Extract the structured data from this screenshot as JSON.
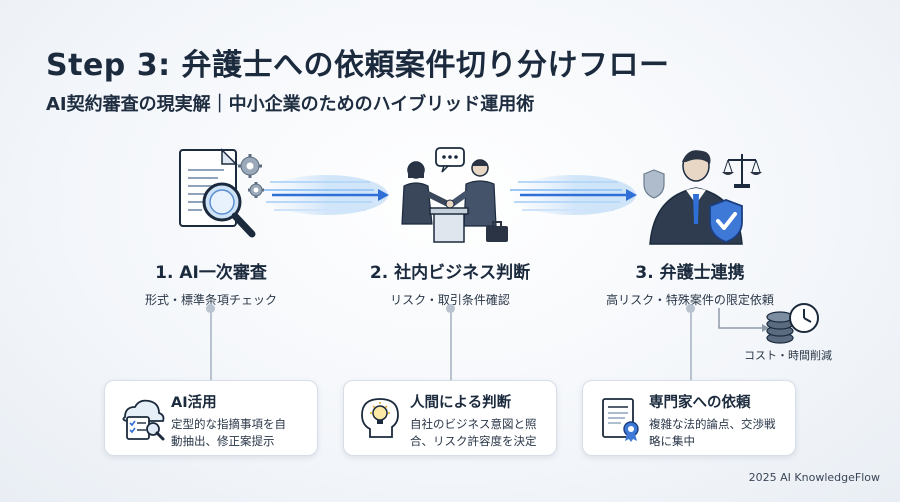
{
  "title": "Step 3: 弁護士への依頼案件切り分けフロー",
  "subtitle": "AI契約審査の現実解｜中小企業のためのハイブリッド運用術",
  "stages": [
    {
      "title": "1. AI一次審査",
      "desc": "形式・標準条項チェック",
      "icon": "document-magnifier-icon"
    },
    {
      "title": "2. 社内ビジネス判断",
      "desc": "リスク・取引条件確認",
      "icon": "handshake-meeting-icon"
    },
    {
      "title": "3. 弁護士連携",
      "desc": "高リスク・特殊案件の限定依頼",
      "icon": "lawyer-shield-icon"
    }
  ],
  "cost_note": "コスト・時間削減",
  "cards": [
    {
      "title": "AI活用",
      "body": [
        "定型的な指摘事項を自",
        "動抽出、修正案提示"
      ],
      "icon": "cloud-checklist-icon"
    },
    {
      "title": "人間による判断",
      "body": [
        "自社のビジネス意図と照",
        "合、リスク許容度を決定"
      ],
      "icon": "lightbulb-head-icon"
    },
    {
      "title": "専門家への依頼",
      "body": [
        "複雑な法的論点、交渉戦",
        "略に集中"
      ],
      "icon": "certificate-icon"
    }
  ],
  "footer": "2025 AI KnowledgeFlow",
  "colors": {
    "navy": "#1b2a3d",
    "accent_blue": "#2f6fd6",
    "glow": "#9cc8f5",
    "line": "#b9c3cf"
  }
}
